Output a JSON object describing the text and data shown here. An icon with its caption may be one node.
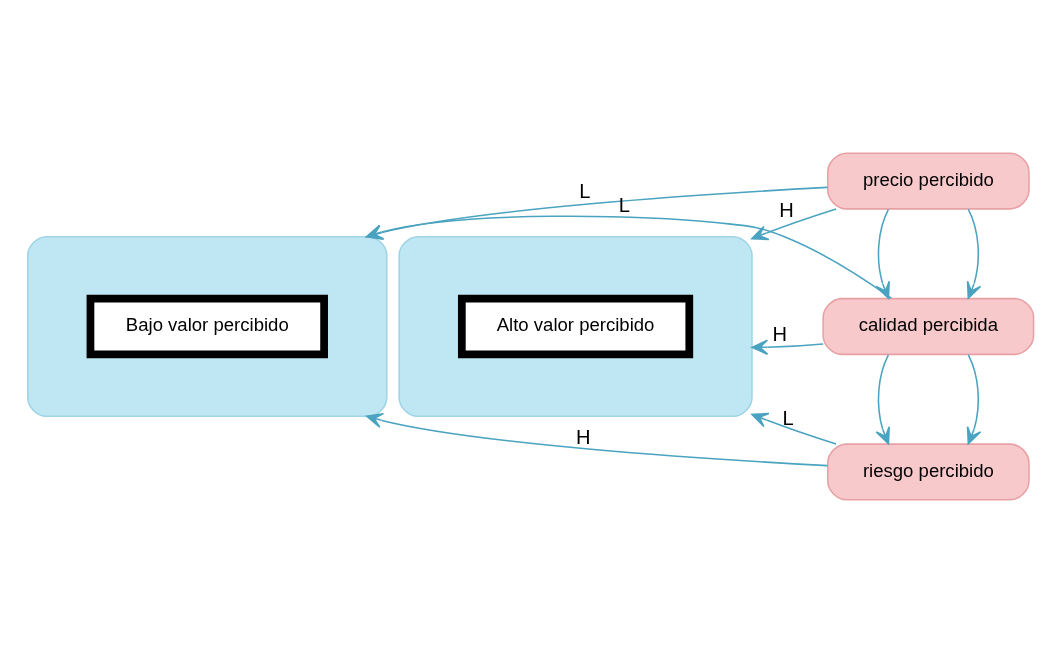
{
  "diagram": {
    "nodes": [
      {
        "text": [],
        "shape": "box"
      },
      {
        "text": [
          "Bajo valor percibido"
        ],
        "in": 0
      },
      {
        "text": [
          "precio percibido"
        ]
      },
      {
        "text": [],
        "shape": "box"
      },
      {
        "text": [
          "Alto valor percibido"
        ],
        "in": 3
      },
      {
        "text": [
          "calidad percibida"
        ]
      },
      {
        "text": [
          "riesgo percibido"
        ]
      }
    ],
    "edges": [
      {
        "from": 2,
        "to": 0,
        "arrow": "to",
        "label": "L"
      },
      {
        "from": 2,
        "to": 3,
        "arrow": "to",
        "label": "H"
      },
      {
        "from": 2,
        "to": 5,
        "arrow": "to"
      },
      {
        "from": 2,
        "to": 5,
        "arrow": "to"
      },
      {
        "from": 5,
        "to": 0,
        "arrow": "to",
        "label": "L"
      },
      {
        "from": 5,
        "to": 3,
        "arrow": "to",
        "label": "H"
      },
      {
        "from": 5,
        "to": 6,
        "arrow": "to"
      },
      {
        "from": 5,
        "to": 6,
        "arrow": "to"
      },
      {
        "from": 6,
        "to": 0,
        "arrow": "to",
        "label": "H"
      },
      {
        "from": 6,
        "to": 3,
        "arrow": "to",
        "label": "L"
      }
    ]
  }
}
